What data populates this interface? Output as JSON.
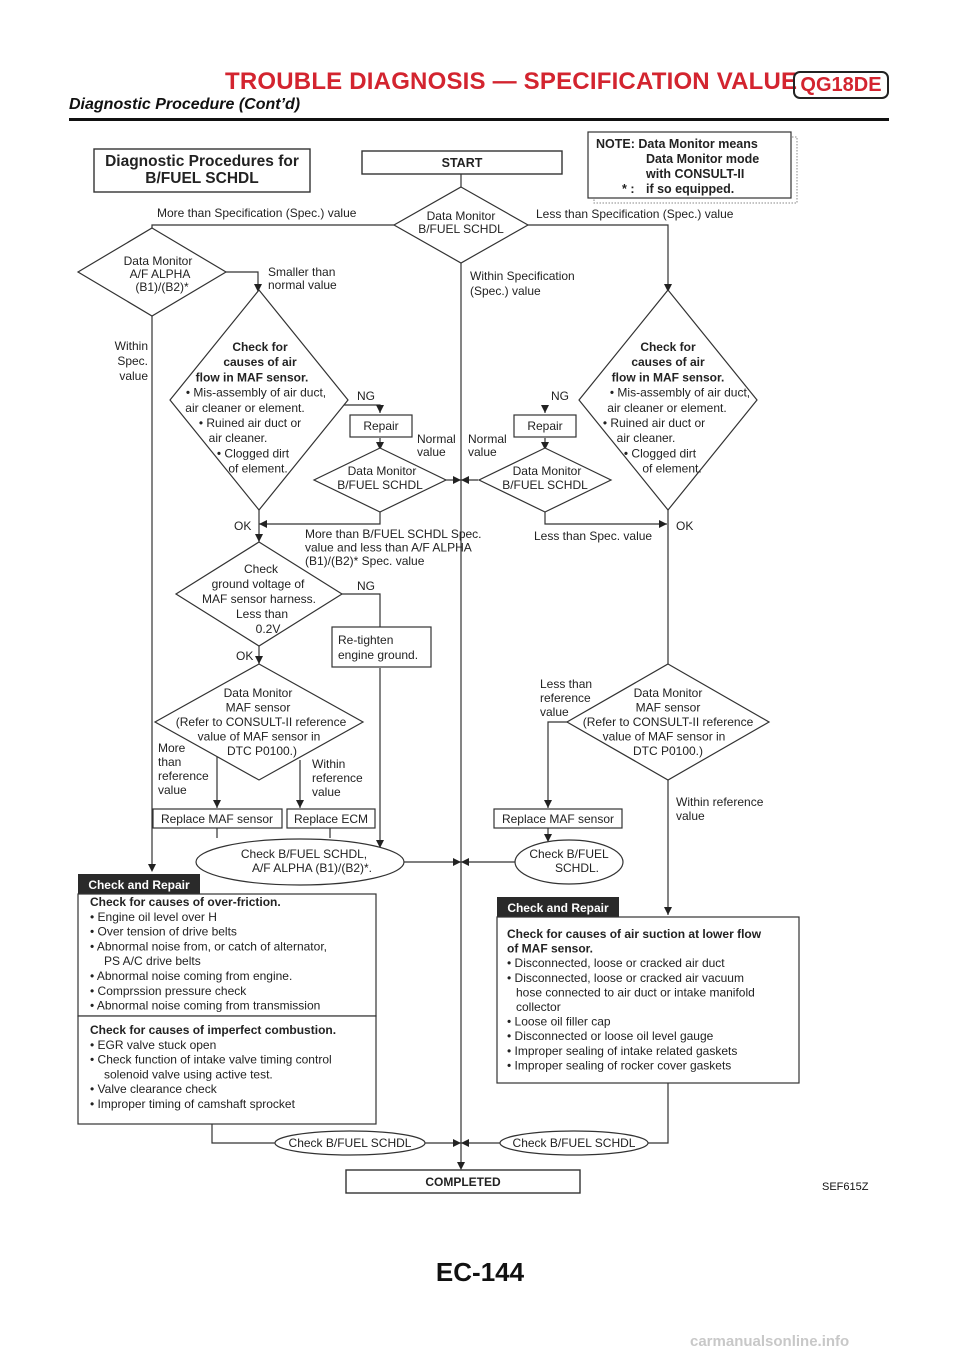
{
  "header": {
    "title": "TROUBLE DIAGNOSIS — SPECIFICATION VALUE",
    "badge": "QG18DE",
    "subtitle": "Diagnostic Procedure (Cont’d)"
  },
  "flow": {
    "title_lines": [
      "Diagnostic Procedures for",
      "B/FUEL SCHDL"
    ],
    "note_lines": [
      "NOTE: Data Monitor means",
      "Data Monitor mode",
      "with CONSULT-II",
      "if so equipped.",
      "* :"
    ],
    "start": "START",
    "dm_bfuel_top": [
      "Data Monitor",
      "B/FUEL SCHDL"
    ],
    "more_than_spec": "More than Specification (Spec.) value",
    "less_than_spec": "Less than Specification (Spec.) value",
    "within_spec": [
      "Within Specification",
      "(Spec.) value"
    ],
    "dm_af_alpha": [
      "Data Monitor",
      "A/F ALPHA",
      "(B1)/(B2)*"
    ],
    "smaller_than_normal": [
      "Smaller than",
      "normal value"
    ],
    "within_spec_short": [
      "Within",
      "Spec.",
      "value"
    ],
    "check_causes_air_left": [
      "Check for",
      "causes of air",
      "flow in MAF sensor.",
      "• Mis-assembly of air duct,",
      "air cleaner or element.",
      "• Ruined air duct or",
      "air cleaner.",
      "• Clogged dirt",
      "of element."
    ],
    "check_causes_air_right": [
      "Check for",
      "causes of air",
      "flow in MAF sensor.",
      "• Mis-assembly of air duct,",
      "air cleaner or element.",
      "• Ruined air duct or",
      "air cleaner.",
      "• Clogged dirt",
      "of element."
    ],
    "ng": "NG",
    "ok": "OK",
    "repair": "Repair",
    "normal_value": [
      "Normal",
      "value"
    ],
    "dm_bfuel_left": [
      "Data Monitor",
      "B/FUEL SCHDL"
    ],
    "dm_bfuel_right": [
      "Data Monitor",
      "B/FUEL SCHDL"
    ],
    "mid_spec_text": [
      "More than B/FUEL SCHDL Spec.",
      "value and less than A/F ALPHA",
      "(B1)/(B2)* Spec. value"
    ],
    "less_than_spec_value": "Less than Spec. value",
    "check_ground": [
      "Check",
      "ground voltage of",
      "MAF sensor harness.",
      "Less than",
      "0.2V"
    ],
    "retighten": [
      "Re-tighten",
      "engine ground."
    ],
    "dm_maf_left": [
      "Data Monitor",
      "MAF sensor",
      "(Refer to CONSULT-II reference",
      "value of MAF sensor in",
      "DTC P0100.)"
    ],
    "dm_maf_right": [
      "Data Monitor",
      "MAF sensor",
      "(Refer to CONSULT-II reference",
      "value of MAF sensor in",
      "DTC P0100.)"
    ],
    "more_than_ref": [
      "More",
      "than",
      "reference",
      "value"
    ],
    "within_ref_left": [
      "Within",
      "reference",
      "value"
    ],
    "less_than_ref": [
      "Less than",
      "reference",
      "value"
    ],
    "within_ref_right": [
      "Within reference",
      "value"
    ],
    "replace_maf_left": "Replace MAF sensor",
    "replace_ecm": "Replace ECM",
    "replace_maf_right": "Replace MAF sensor",
    "check_bfuel_af": [
      "Check B/FUEL SCHDL,",
      "A/F ALPHA (B1)/(B2)*."
    ],
    "check_bfuel_right": [
      "Check B/FUEL",
      "SCHDL."
    ],
    "check_repair_tag": "Check and Repair",
    "over_friction": [
      "Check for causes of over-friction.",
      "• Engine oil level over H",
      "• Over tension of drive belts",
      "• Abnormal noise from, or catch of alternator,",
      "PS A/C drive belts",
      "• Abnormal noise coming from engine.",
      "• Comprssion pressure check",
      "• Abnormal noise coming from transmission"
    ],
    "imperfect_combustion": [
      "Check for causes of imperfect combustion.",
      "• EGR valve stuck open",
      "• Check function of intake valve timing control",
      "solenoid valve using active test.",
      "• Valve clearance check",
      "• Improper timing of camshaft sprocket"
    ],
    "air_suction": [
      "Check for causes of air suction at lower flow",
      "of MAF sensor.",
      "• Disconnected, loose or cracked air duct",
      "• Disconnected, loose or cracked air vacuum",
      "hose connected to air duct or intake manifold",
      "collector",
      "• Loose oil filler cap",
      "• Disconnected or loose oil level gauge",
      "• Improper sealing of intake related gaskets",
      "• Improper sealing of rocker cover gaskets"
    ],
    "check_bfuel_bottom_left": "Check B/FUEL SCHDL",
    "check_bfuel_bottom_right": "Check B/FUEL SCHDL",
    "completed": "COMPLETED"
  },
  "figure_ref": "SEF615Z",
  "page_number": "EC-144",
  "watermark": "carmanualsonline.info"
}
